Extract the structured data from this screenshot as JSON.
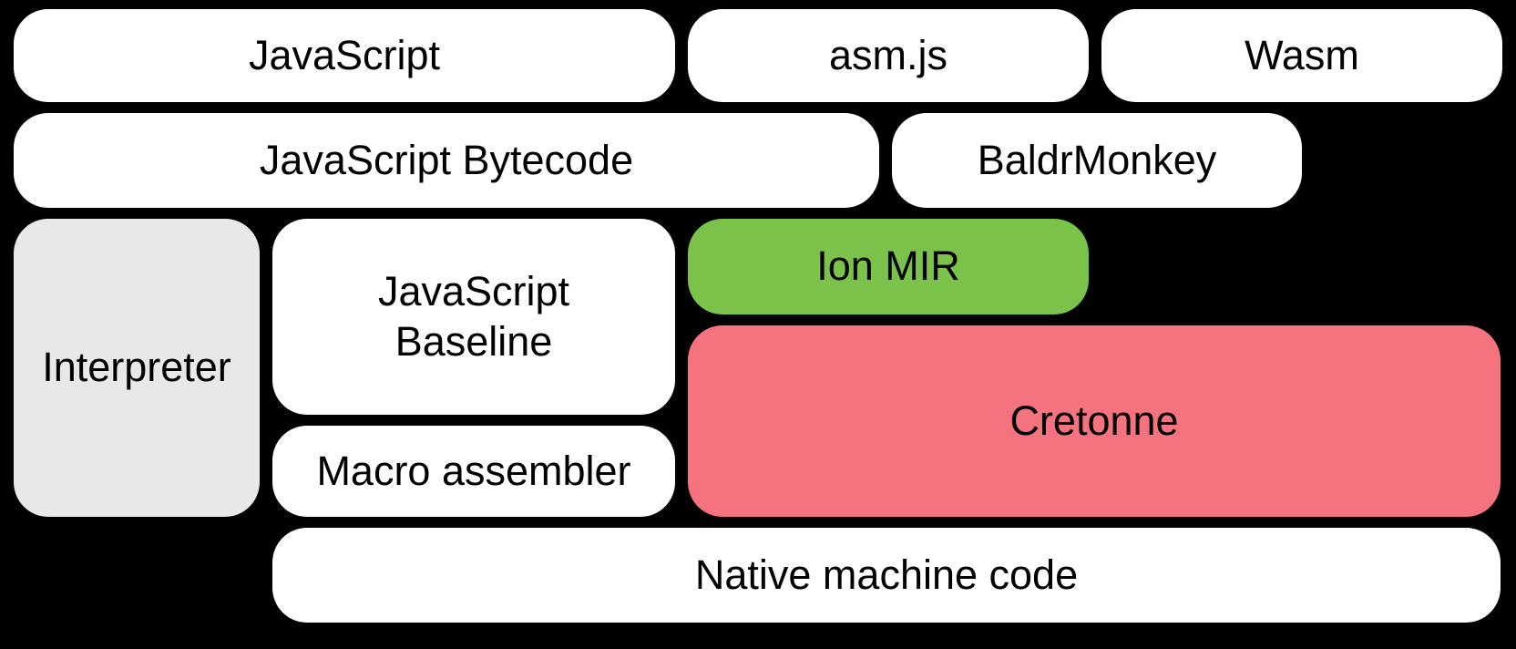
{
  "colors": {
    "background": "#000000",
    "box_white": "#ffffff",
    "box_gray": "#e9e8e9",
    "box_green": "#7bc24b",
    "box_pink": "#f5737f",
    "text": "#000000"
  },
  "boxes": {
    "javascript": {
      "label": "JavaScript"
    },
    "asmjs": {
      "label": "asm.js"
    },
    "wasm": {
      "label": "Wasm"
    },
    "bytecode": {
      "label": "JavaScript Bytecode"
    },
    "baldrmonkey": {
      "label": "BaldrMonkey"
    },
    "interpreter": {
      "label": "Interpreter"
    },
    "baseline": {
      "label": "JavaScript Baseline"
    },
    "ion_mir": {
      "label": "Ion MIR"
    },
    "cretonne": {
      "label": "Cretonne"
    },
    "macro_assembler": {
      "label": "Macro assembler"
    },
    "native": {
      "label": "Native machine code"
    }
  }
}
